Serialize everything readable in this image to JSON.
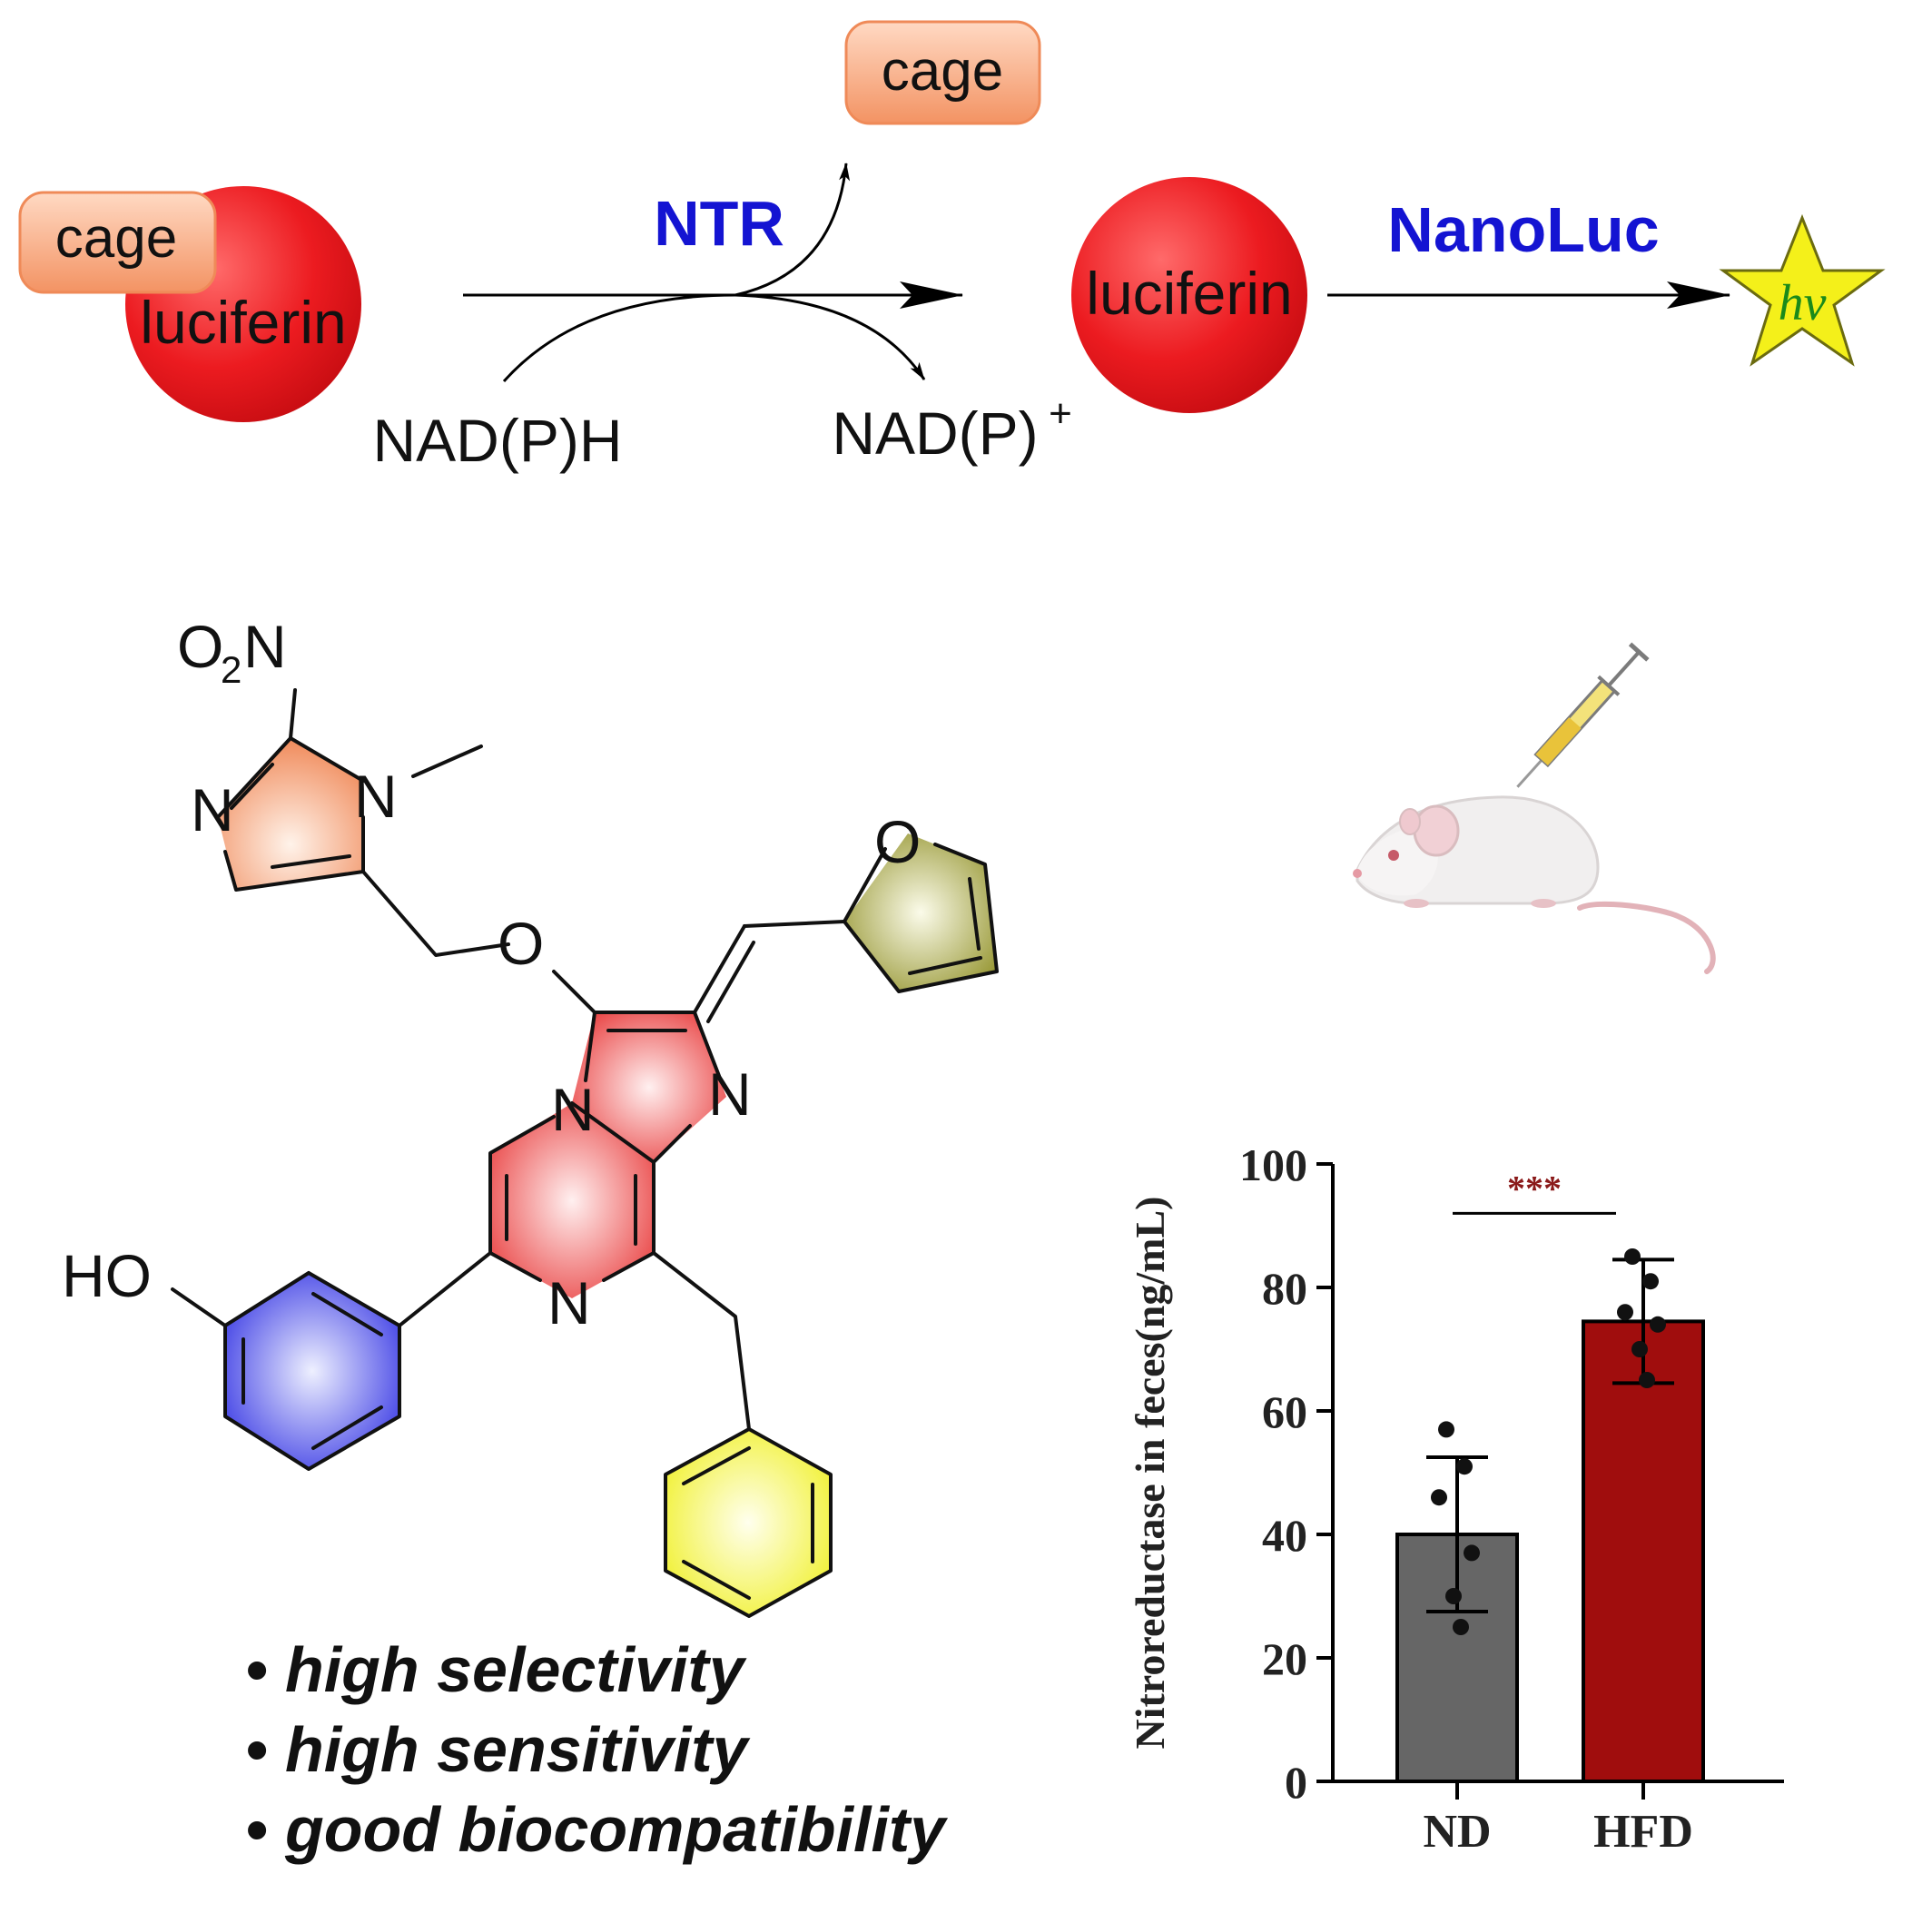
{
  "scheme": {
    "substrate_cage": "cage",
    "substrate_core": "luciferin",
    "enzyme_1": "NTR",
    "released_cage": "cage",
    "cofactor_in": "NAD(P)H",
    "cofactor_out": "NAD(P)",
    "cofactor_out_sup": "+",
    "product": "luciferin",
    "enzyme_2": "NanoLuc",
    "light": "hv"
  },
  "molecule": {
    "nitro_group": "O",
    "nitro_sub": "2",
    "nitro_n": "N",
    "imidazole_n1": "N",
    "imidazole_n3": "N",
    "ether_o": "O",
    "furan_o": "O",
    "core_n1": "N",
    "core_n2": "N",
    "core_n3": "N",
    "hydroxyl": "HO"
  },
  "features": [
    "• high selectivity",
    "• high sensitivity",
    "• good biocompatibility"
  ],
  "colors": {
    "enzyme_label": "#1414d2",
    "cage_fill": "#f6a77c",
    "luciferin": "#e8141a",
    "star_fill": "#f4f01a",
    "hv_text": "#1a8a1a",
    "nd_bar": "#666666",
    "hfd_bar": "#a00d0d",
    "ring_orange": "#f0936a",
    "ring_red": "#ea4a4a",
    "ring_olive": "#8d8d22",
    "ring_blue": "#2a2ae6",
    "ring_yellow": "#f4f21e"
  },
  "chart_data": {
    "type": "bar",
    "categories": [
      "ND",
      "HFD"
    ],
    "values": [
      40,
      74.5
    ],
    "errors": [
      12.5,
      10
    ],
    "points": [
      [
        57,
        51,
        46,
        37,
        30,
        25
      ],
      [
        85,
        81,
        76,
        74,
        70,
        65
      ]
    ],
    "ylabel": "Nitroreductase in feces(ng/mL)",
    "ylim": [
      0,
      100
    ],
    "yticks": [
      "0",
      "20",
      "40",
      "60",
      "80",
      "100"
    ],
    "significance": "***"
  }
}
